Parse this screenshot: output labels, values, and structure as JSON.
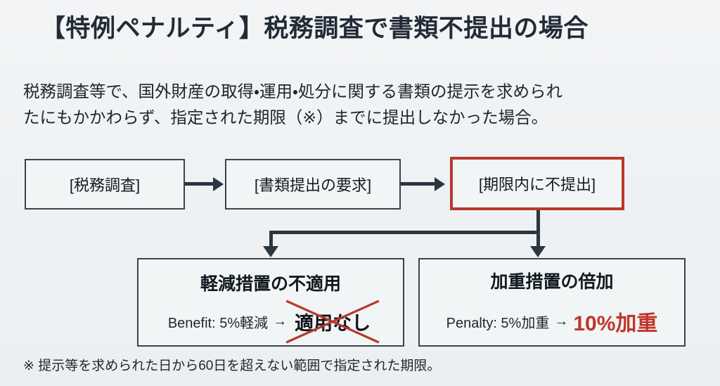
{
  "slide": {
    "title": "【特例ペナルティ】税務調査で書類不提出の場合",
    "lead_line1": "税務調査等で、国外財産の取得・運用・処分に関する書類の提示を求められ",
    "lead_line2": "たにもかかわらず、指定された期限（※）までに提出しなかった場合。",
    "footnote": "※ 提示等を求められた日から60日を超えない範囲で指定された期限。"
  },
  "flow": {
    "nodes": [
      {
        "id": "audit",
        "label": "[税務調査]",
        "state": "normal"
      },
      {
        "id": "request",
        "label": "[書類提出の要求]",
        "state": "normal"
      },
      {
        "id": "nosubmit",
        "label": "[期限内に不提出]",
        "state": "danger"
      }
    ]
  },
  "outcomes": [
    {
      "id": "benefit",
      "title": "軽減措置の不適用",
      "prefix": "Benefit: 5%軽減",
      "arrow": "→",
      "result": "適用なし",
      "result_style": "struck-out"
    },
    {
      "id": "penalty",
      "title": "加重措置の倍加",
      "prefix": "Penalty: 5%加重",
      "arrow": "→",
      "result": "10%加重",
      "result_style": "emphasis-red"
    }
  ],
  "colors": {
    "background": "#eff2f4",
    "ink": "#1f2730",
    "danger": "#b8392e",
    "emphasis_red": "#c0352a",
    "connector": "#2c3641"
  }
}
